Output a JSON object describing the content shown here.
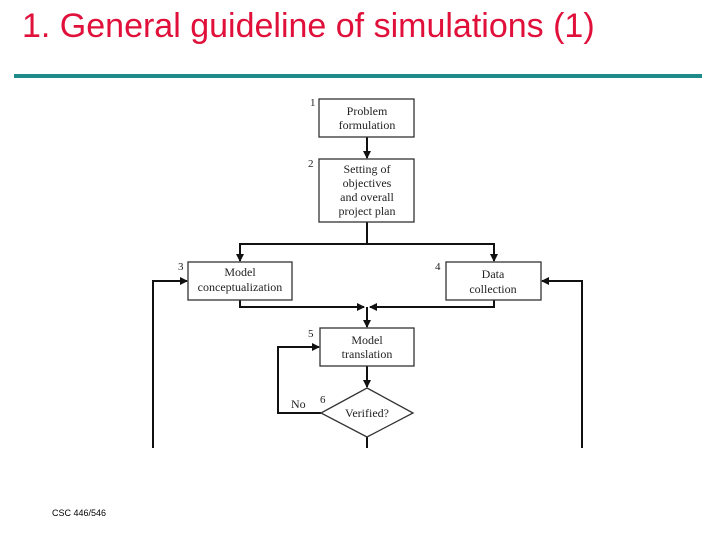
{
  "slide": {
    "title": "1. General guideline of simulations (1)",
    "footer": "CSC 446/546",
    "colors": {
      "title": "#e0103a",
      "rule": "#1e8a8a"
    }
  },
  "diagram": {
    "steps": [
      {
        "number": "1",
        "lines": [
          "Problem",
          "formulation"
        ]
      },
      {
        "number": "2",
        "lines": [
          "Setting of",
          "objectives",
          "and overall",
          "project plan"
        ]
      },
      {
        "number": "3",
        "lines": [
          "Model",
          "conceptualization"
        ]
      },
      {
        "number": "4",
        "lines": [
          "Data",
          "collection"
        ]
      },
      {
        "number": "5",
        "lines": [
          "Model",
          "translation"
        ]
      },
      {
        "number": "6",
        "lines": [
          "Verified?"
        ]
      }
    ],
    "no_label": "No"
  }
}
